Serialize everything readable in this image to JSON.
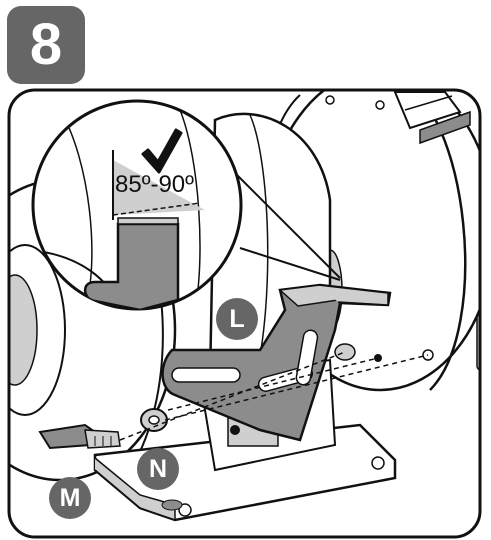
{
  "step": {
    "number": "8"
  },
  "angle_label": "85º-90º",
  "callouts": {
    "l": "L",
    "m": "M",
    "n": "N"
  },
  "colors": {
    "badge": "#666666",
    "outline": "#111111",
    "mid_gray": "#8c8c8c",
    "light_gray": "#cfcfcf"
  },
  "icons": {
    "check": "check-icon"
  }
}
